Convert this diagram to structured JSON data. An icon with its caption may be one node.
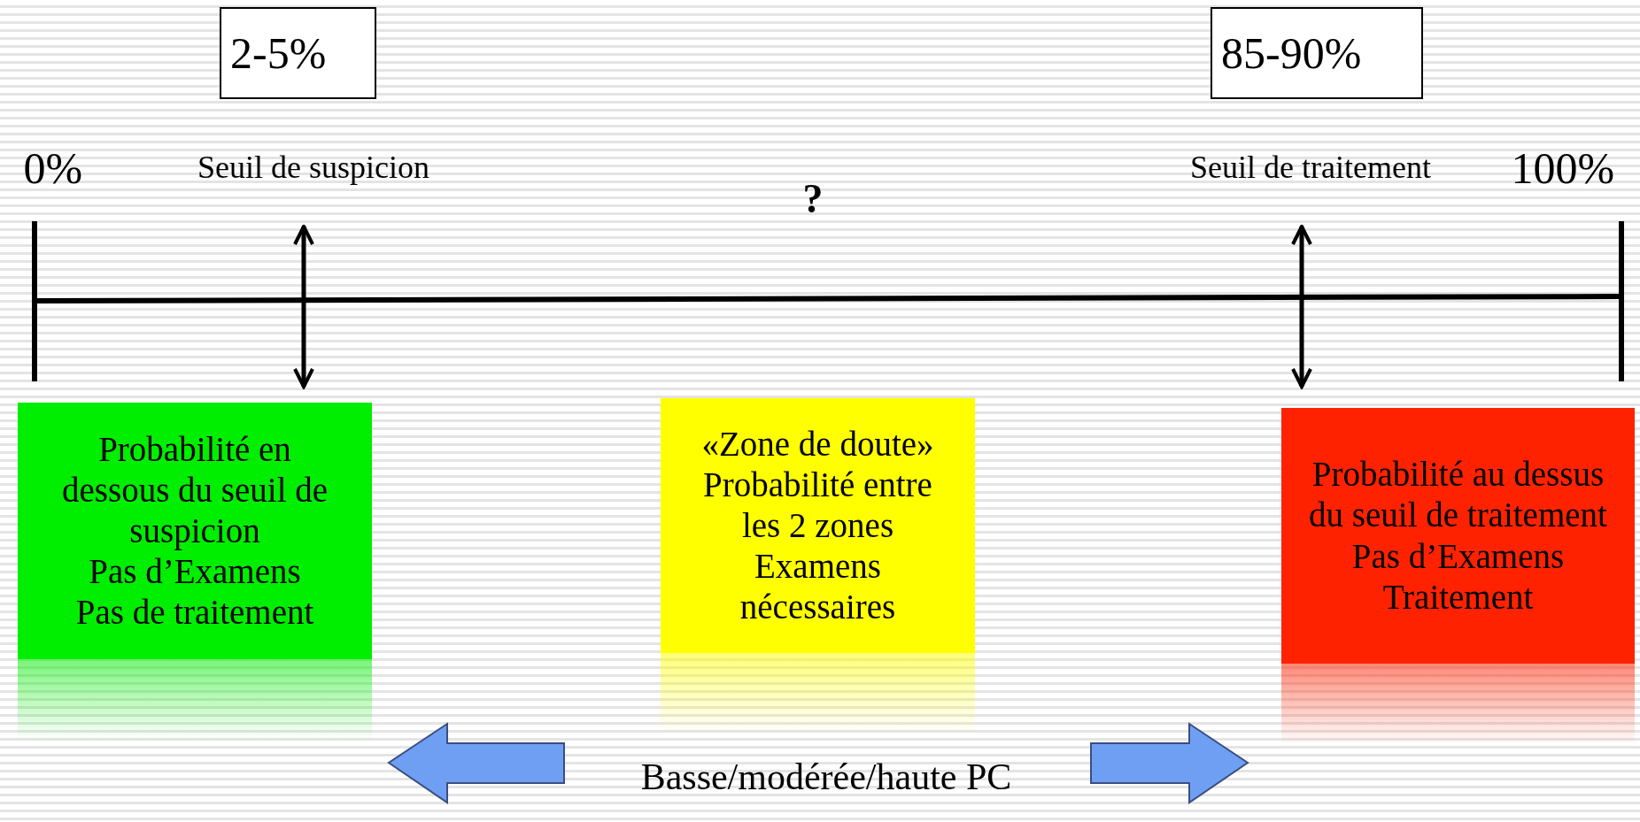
{
  "diagram": {
    "nodes": [
      {
        "text": [
          "2-5%"
        ]
      },
      {
        "text": [
          "85-90%"
        ]
      },
      {
        "text": [
          "Probabilité en dessous du seuil de suspicion",
          "Pas d’Examens",
          "Pas de traitement"
        ]
      },
      {
        "text": [
          "«Zone de doute»",
          "Probabilité entre les 2 zones",
          "Examens nécessaires"
        ]
      },
      {
        "text": [
          "Probabilité au dessus du seuil de traitement",
          "Pas d’Examens",
          "Traitement"
        ]
      }
    ],
    "labels": [
      "0%",
      "Seuil de suspicion",
      "?",
      "Seuil de traitement",
      "100%",
      "Basse/modérée/haute PC"
    ]
  }
}
